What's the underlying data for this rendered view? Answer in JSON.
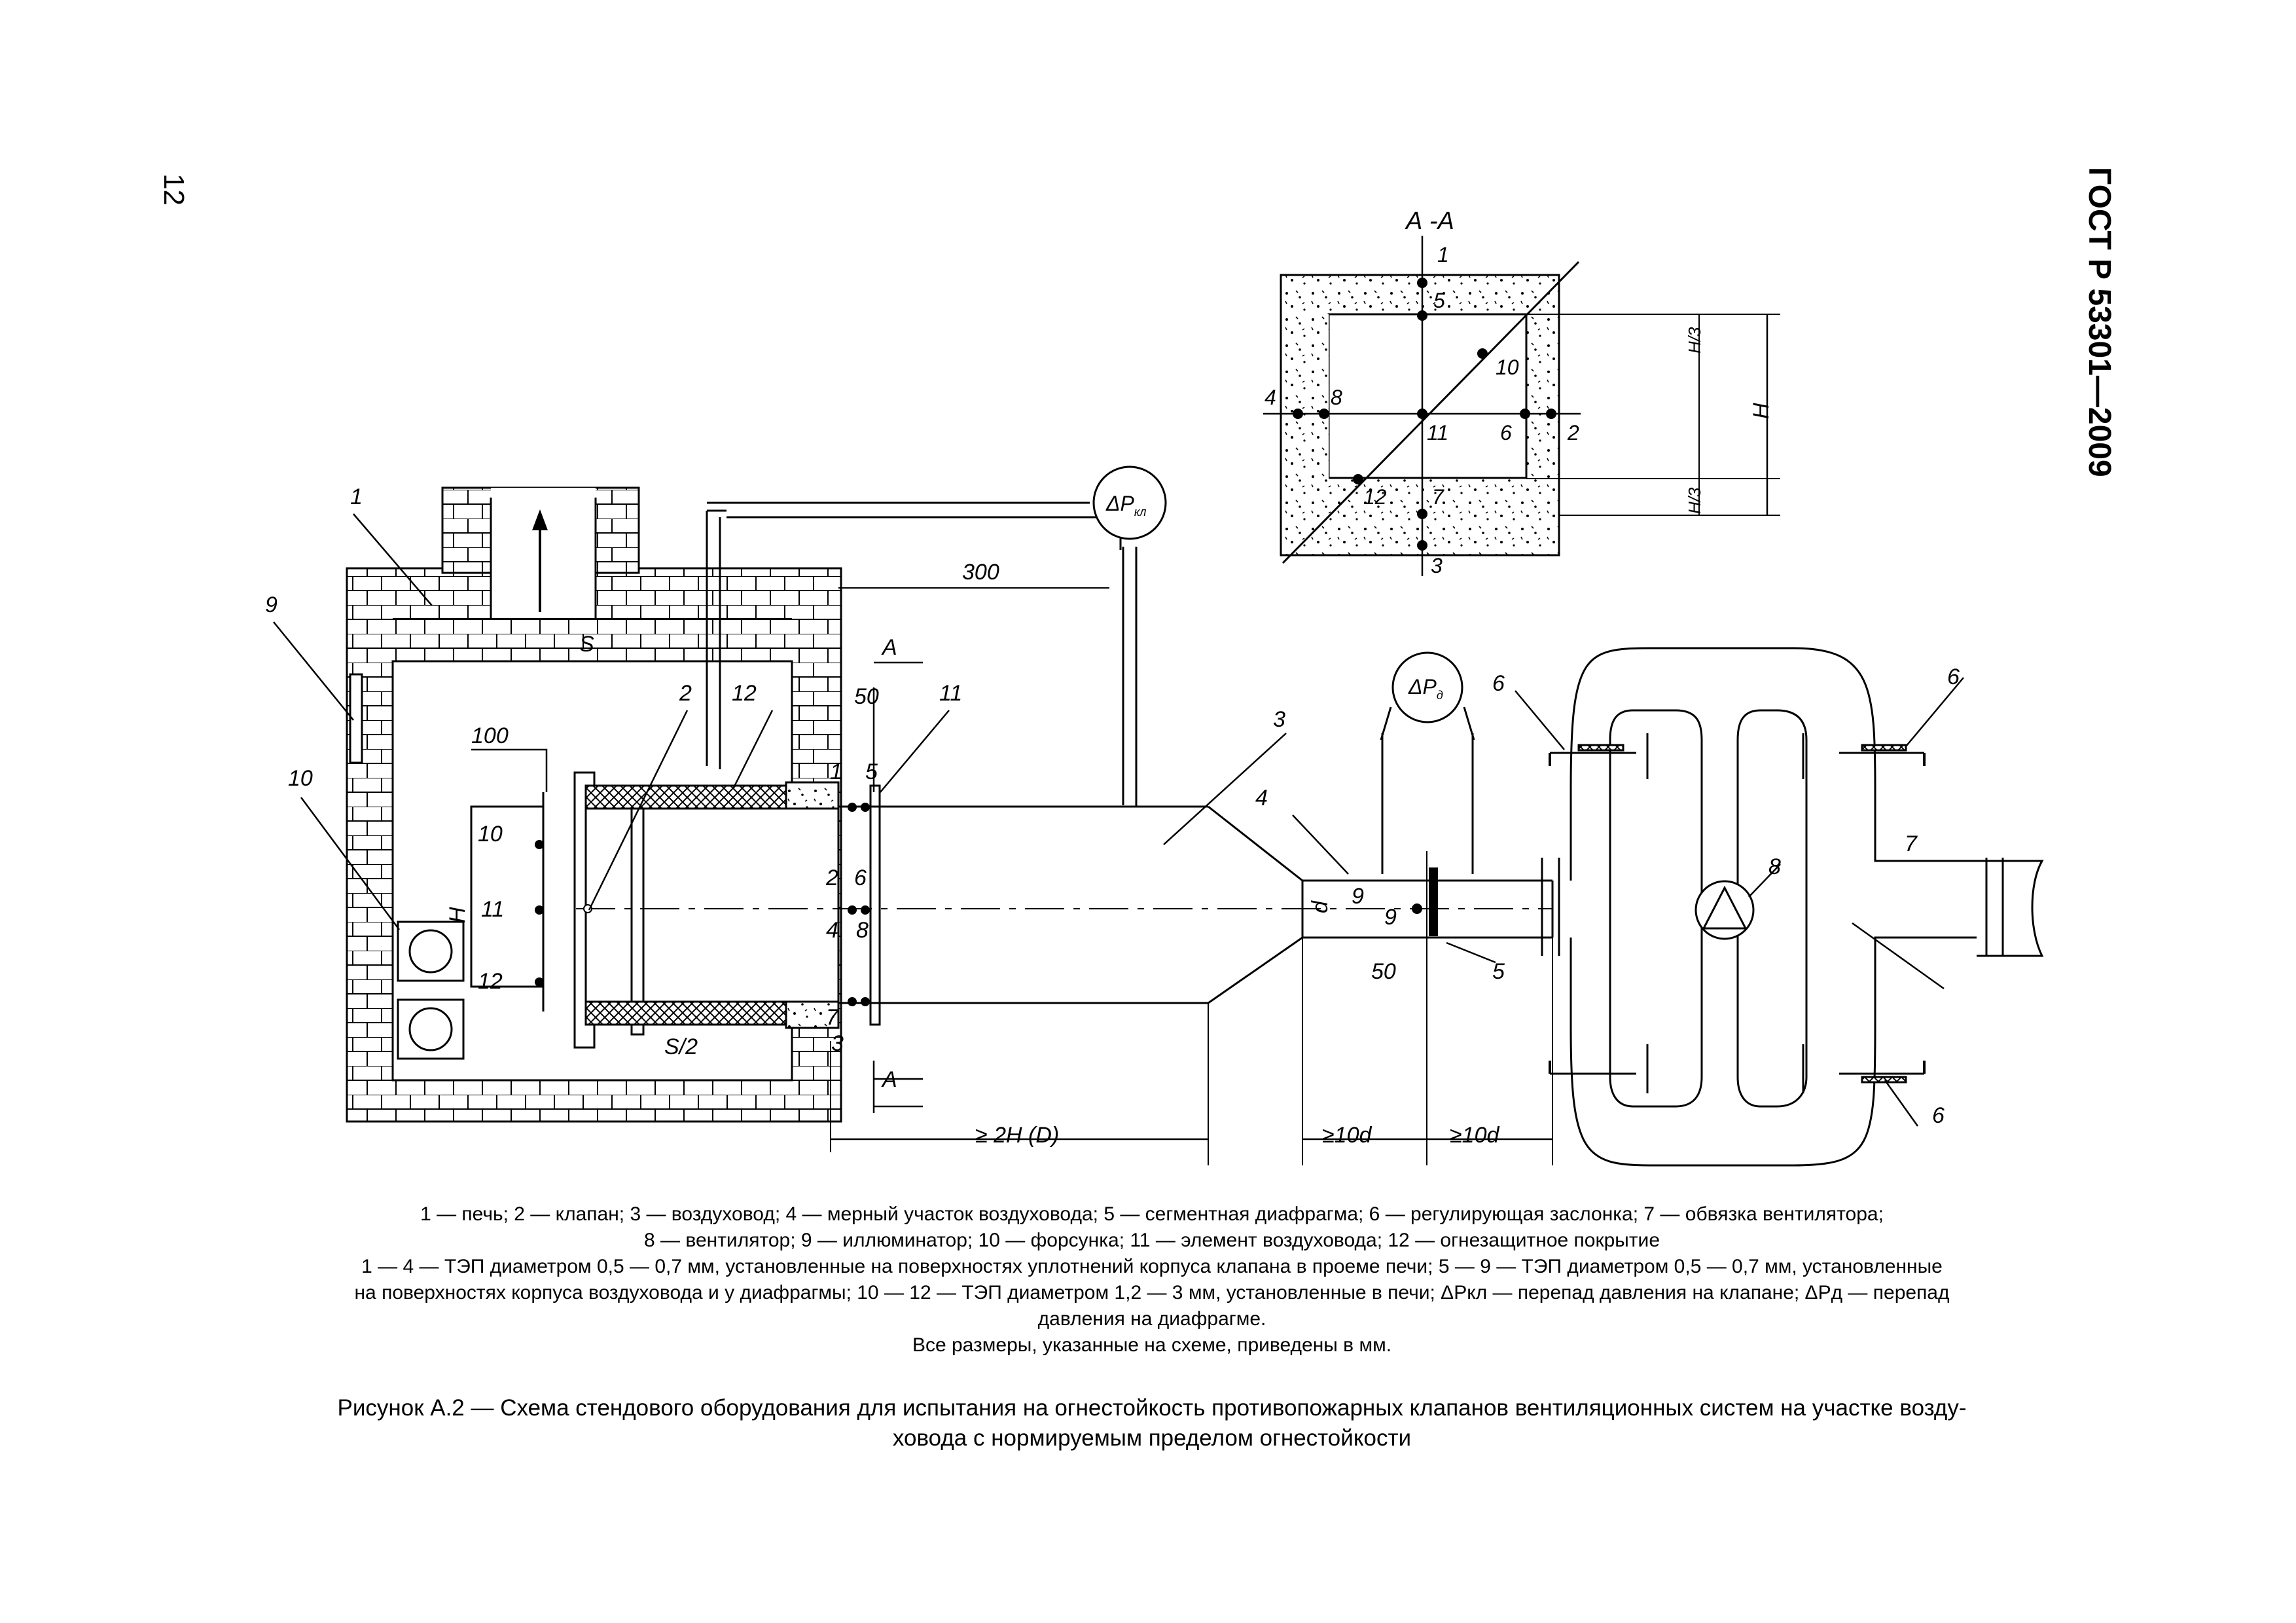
{
  "page": {
    "number": "12",
    "standard": "ГОСТ Р 53301—2009"
  },
  "section": {
    "label": "А -А"
  },
  "labels": {
    "n1": "1",
    "n2": "2",
    "n3": "3",
    "n4": "4",
    "n5": "5",
    "n6": "6",
    "n7": "7",
    "n8": "8",
    "n9": "9",
    "n10": "10",
    "n11": "11",
    "n12": "12",
    "dim_S": "S",
    "dim_S2": "S/2",
    "dim_H": "H",
    "dim_H3": "H/3",
    "dim_d": "d",
    "dim_300": "300",
    "dim_50": "50",
    "dim_100": "100",
    "cut_A": "А",
    "dim_2H": "≥ 2H  (D)",
    "dim_10d": "≥10d",
    "dp_delta": "ΔP",
    "dp_kl_sub": "кл",
    "dp_d_sub": "д"
  },
  "legend": {
    "line1": "1 — печь; 2 — клапан; 3 — воздуховод; 4 — мерный участок воздуховода; 5 — сегментная диафрагма; 6 — регулирующая заслонка; 7 — обвязка вентилятора;",
    "line2": "8 — вентилятор; 9 — иллюминатор; 10 — форсунка; 11 — элемент воздуховода; 12 — огнезащитное покрытие",
    "line3": "1 — 4 — ТЭП диаметром 0,5 — 0,7 мм, установленные на поверхностях уплотнений корпуса клапана в проеме печи; 5 — 9 — ТЭП диаметром 0,5 — 0,7 мм, установленные",
    "line4": "на поверхностях корпуса воздуховода и у диафрагмы; 10 — 12 — ТЭП диаметром 1,2 — 3 мм, установленные в печи; ΔPкл — перепад давления на клапане; ΔPд — перепад",
    "line5": "давления на диафрагме.",
    "line6": "Все размеры, указанные на схеме, приведены в мм."
  },
  "figure_title": {
    "line1": "Рисунок А.2 — Схема стендового оборудования для испытания на огнестойкость противопожарных клапанов вентиляционных систем на участке возду-",
    "line2": "ховода с нормируемым пределом огнестойкости"
  }
}
